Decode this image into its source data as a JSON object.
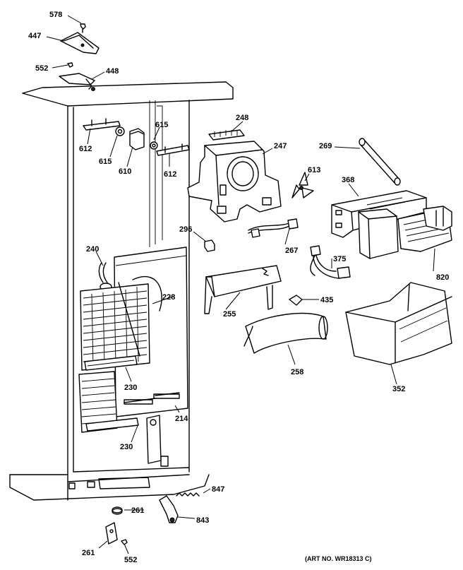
{
  "labels": {
    "p578": "578",
    "p447": "447",
    "p552a": "552",
    "p448": "448",
    "p248": "248",
    "p247": "247",
    "p269": "269",
    "p615a": "615",
    "p612a": "612",
    "p615b": "615",
    "p610": "610",
    "p612b": "612",
    "p613": "613",
    "p368": "368",
    "p296": "296",
    "p267": "267",
    "p240": "240",
    "p375": "375",
    "p820": "820",
    "p228": "228",
    "p255": "255",
    "p435": "435",
    "p258": "258",
    "p352": "352",
    "p230a": "230",
    "p214": "214",
    "p230b": "230",
    "p847": "847",
    "p261a": "261",
    "p843": "843",
    "p261b": "261",
    "p552b": "552"
  },
  "art_number": "(ART NO. WR18313 C)"
}
